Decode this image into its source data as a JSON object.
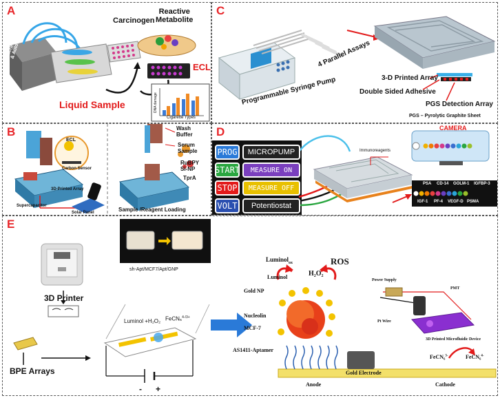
{
  "panels": {
    "a": {
      "label": "A",
      "microfluidics": "Microfluidics\n& Automation",
      "carcinogen": "Carcinogen",
      "reactive_metabolite": "Reactive\nMetabolite",
      "ecl": "ECL",
      "liquid_sample": "Liquid Sample",
      "chart_xlabel": "Cigarette Types",
      "chart_ylabel": "DNA damage"
    },
    "b": {
      "label": "B",
      "ecl": "ECL",
      "carbon_sensor": "Carbon Sensor",
      "printed_array": "3D-Printed Array",
      "supercapacitor": "Supercapacitor",
      "solar_panel": "Solar Panel",
      "wash_buffer": "Wash\nBuffer",
      "serum_sample": "Serum\nSample",
      "rubpy": "RuBPY\nSi-NP",
      "tpra": "TprA",
      "loading": "Sample /Reagent Loading"
    },
    "c": {
      "label": "C",
      "syringe_pump": "Programmable Syringe Pump",
      "parallel_assays": "4 Parallel Assays",
      "printed_array": "3-D Printed Array",
      "adhesive": "Double Sided Adhesive",
      "pgs_array": "PGS Detection Array",
      "pgs_note": "PGS – Pyrolytic Graphite Sheet"
    },
    "d": {
      "label": "D",
      "camera": "CAMERA",
      "immunoreagents": "Immunoreagents",
      "buttons": [
        {
          "key": "PROG",
          "label": "MICROPUMP"
        },
        {
          "key": "START",
          "label": "MEASURE ON"
        },
        {
          "key": "STOP",
          "label": "MEASURE OFF"
        },
        {
          "key": "VOLT",
          "label": "Potentiostat"
        }
      ],
      "markers_top": [
        "PSA",
        "CD-14",
        "GOLM-1",
        "IGFBP-3"
      ],
      "markers_bottom": [
        "IGF-1",
        "PF-4",
        "VEGF-D",
        "PSMA"
      ]
    },
    "e": {
      "label": "E",
      "printer_label": "3D Printer",
      "chip_label": "sh-Apt/MCF7/Apt/GNP",
      "bpe": "BPE Arrays",
      "luminol_h2o2": "Luminol +H₂O₂",
      "fecn": "FeCN₆",
      "fecn_sup": "4-/3+",
      "luminol_ox": "Luminol",
      "luminol_ox_sub": "ox",
      "h2o2": "H₂O₂",
      "ros": "ROS",
      "luminol": "Luminol",
      "gold_np": "Gold NP",
      "nucleolin": "Nucleolin",
      "mcf7": "MCF-7",
      "aptamer": "AS1411-Aptamer",
      "gold_electrode": "Gold Electrode",
      "anode": "Anode",
      "cathode": "Cathode",
      "fecn3": "FeCN₆",
      "fecn3_sup": "3-",
      "fecn4": "FeCN₆",
      "fecn4_sup": "4-",
      "power_supply": "Power Supply",
      "pmt": "PMT",
      "pt_wire": "Pt Wire",
      "device": "3D Printed Microfluidic Device",
      "minus": "-",
      "plus": "+"
    }
  },
  "colors": {
    "accent_red": "#e21a1a",
    "dark_panel": "#101010",
    "gold": "#f3c300"
  }
}
